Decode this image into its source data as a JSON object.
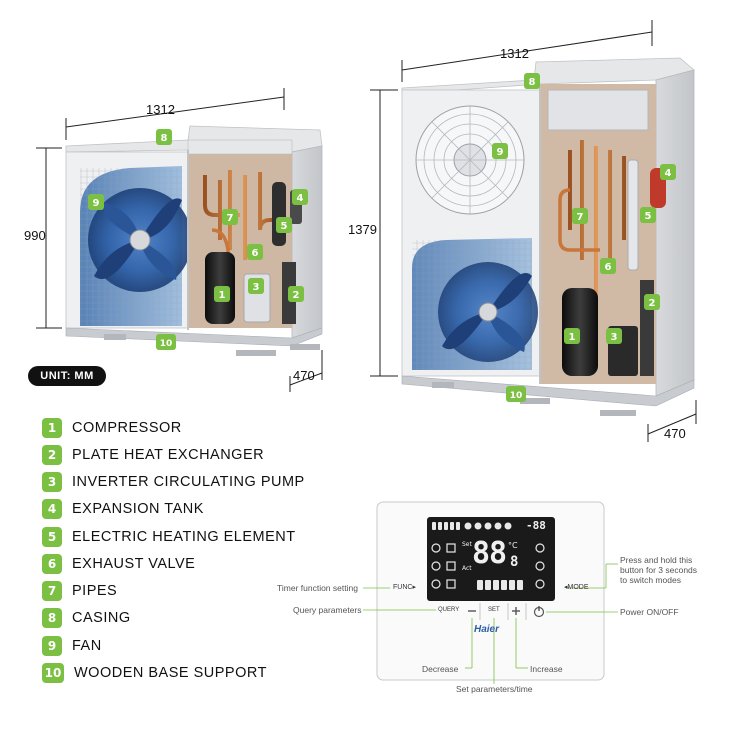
{
  "dimensions": {
    "small_width": "1312",
    "small_height": "990",
    "small_depth": "470",
    "large_width": "1312",
    "large_height": "1379",
    "large_depth": "470"
  },
  "unit_label": "UNIT: MM",
  "legend": [
    {
      "num": "1",
      "label": "COMPRESSOR"
    },
    {
      "num": "2",
      "label": "PLATE HEAT EXCHANGER"
    },
    {
      "num": "3",
      "label": "INVERTER CIRCULATING PUMP"
    },
    {
      "num": "4",
      "label": "EXPANSION TANK"
    },
    {
      "num": "5",
      "label": "ELECTRIC HEATING ELEMENT"
    },
    {
      "num": "6",
      "label": "EXHAUST VALVE"
    },
    {
      "num": "7",
      "label": "PIPES"
    },
    {
      "num": "8",
      "label": "CASING"
    },
    {
      "num": "9",
      "label": "FAN"
    },
    {
      "num": "10",
      "label": "WOODEN BASE SUPPORT"
    }
  ],
  "controller": {
    "brand": "Haier",
    "btn_func": "FUNC",
    "btn_mode": "MODE",
    "btn_query": "QUERY",
    "btn_set": "SET",
    "display_main": "88",
    "display_unit": "°C",
    "display_small": "8",
    "display_top": "-88",
    "display_set": "Set",
    "display_act": "Act",
    "annotations": {
      "timer": "Timer function setting",
      "query": "Query parameters",
      "mode_line1": "Press and hold this",
      "mode_line2": "button for 3 seconds",
      "mode_line3": "to switch modes",
      "power": "Power ON/OFF",
      "decrease": "Decrease",
      "increase": "Increase",
      "set_params": "Set parameters/time"
    }
  },
  "colors": {
    "badge": "#7bc043",
    "copper": "#c8763a",
    "fan_blue": "#2c5fa8",
    "casing": "#e9eaec",
    "lcd": "#1a1a1a"
  }
}
